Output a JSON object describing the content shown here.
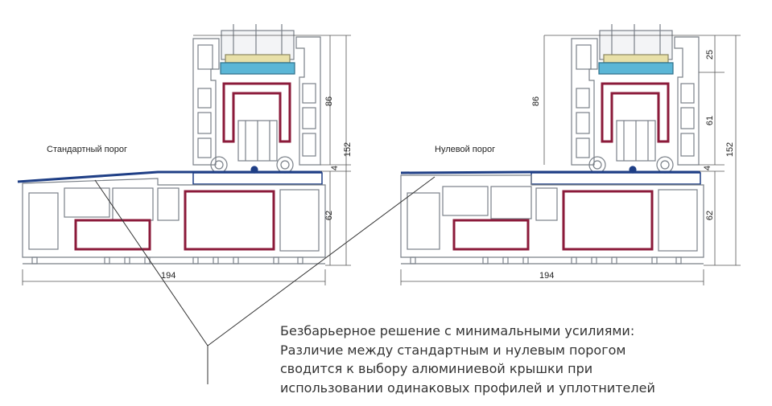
{
  "labels": {
    "left_title": "Стандартный порог",
    "right_title": "Нулевой порог"
  },
  "dimensions": {
    "left": {
      "d86": "86",
      "d152": "152",
      "d4": "4",
      "d62": "62",
      "d194": "194"
    },
    "right": {
      "d86": "86",
      "d25": "25",
      "d61": "61",
      "d152": "152",
      "d4": "4",
      "d62": "62",
      "d194": "194"
    }
  },
  "caption": {
    "line1": "Безбарьерное решение с минимальными усилиями:",
    "line2": "Различие между стандартным и нулевым порогом",
    "line3": "сводится к выбору алюминиевой крышки при",
    "line4": "использовании одинаковых профилей и уплотнителей"
  },
  "colors": {
    "profile_line": "#7a8088",
    "reinforcement": "#8b1a3a",
    "glass_blue": "#5bb6d6",
    "glass_yellow": "#e8e0a8",
    "aluminium_cover": "#1f3f86",
    "dim_line": "#555555"
  }
}
